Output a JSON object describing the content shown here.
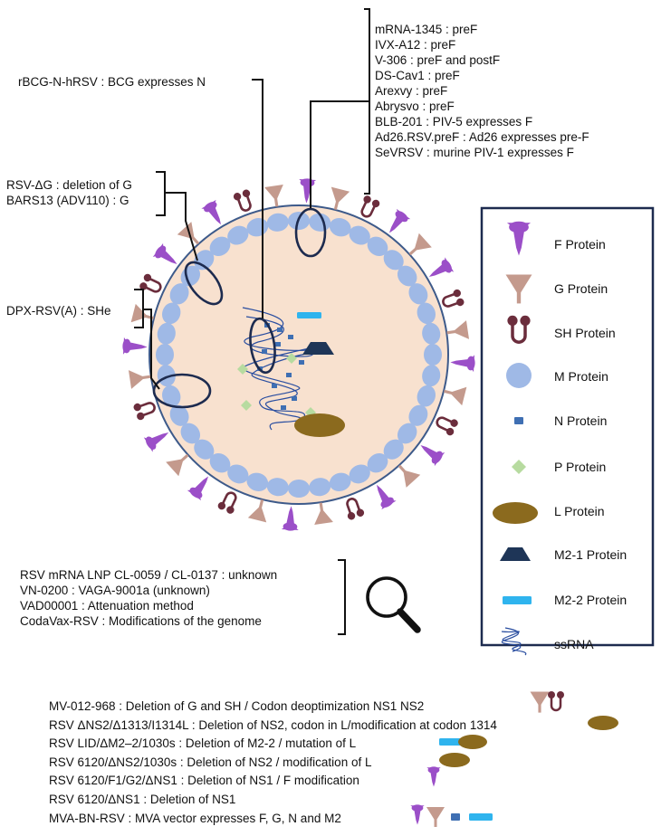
{
  "top_right_group": [
    "mRNA-1345  : preF",
    "IVX-A12  : preF",
    "V-306 : preF and postF",
    "DS-Cav1 : preF",
    "Arexvy  : preF",
    "Abrysvo  : preF",
    "BLB-201 :  PIV-5 expresses F",
    "Ad26.RSV.preF : Ad26 expresses pre-F",
    "SeVRSV  : murine PIV-1 expresses F"
  ],
  "rbcg_label": "rBCG-N-hRSV : BCG expresses N",
  "g_group": [
    "RSV-ΔG : deletion of G",
    "BARS13 (ADV110) : G"
  ],
  "dpx_label": "DPX-RSV(A) : SHe",
  "unknown_group": [
    "RSV mRNA LNP CL-0059 / CL-0137 : unknown",
    "VN-0200  : VAGA-9001a  (unknown)",
    "VAD00001 : Attenuation method",
    "CodaVax-RSV  : Modifications of the genome"
  ],
  "attenuated_list": [
    "MV-012-968 : Deletion of G and SH / Codon deoptimization NS1 NS2",
    "RSV ΔNS2/Δ1313/I1314L  : Deletion of NS2, codon in L/modification at codon 1314",
    "RSV LID/ΔM2–2/1030s  :  Deletion of M2-2 / mutation of L",
    "RSV 6120/ΔNS2/1030s  :  Deletion of NS2 / modification of L",
    "RSV 6120/F1/G2/ΔNS1  :  Deletion of NS1 / F modification",
    "RSV 6120/ΔNS1 : Deletion of NS1",
    "MVA-BN-RSV  : MVA vector  expresses  F, G, N and M2"
  ],
  "legend": [
    {
      "label": "F Protein",
      "icon": "f-protein-icon"
    },
    {
      "label": "G Protein",
      "icon": "g-protein-icon"
    },
    {
      "label": "SH Protein",
      "icon": "sh-protein-icon"
    },
    {
      "label": "M Protein",
      "icon": "m-protein-icon"
    },
    {
      "label": "N Protein",
      "icon": "n-protein-icon"
    },
    {
      "label": "P Protein",
      "icon": "p-protein-icon"
    },
    {
      "label": "L Protein",
      "icon": "l-protein-icon"
    },
    {
      "label": "M2-1 Protein",
      "icon": "m2-1-protein-icon"
    },
    {
      "label": "M2-2 Protein",
      "icon": "m2-2-protein-icon"
    },
    {
      "label": "ssRNA",
      "icon": "ssrna-icon"
    }
  ],
  "colors": {
    "f_protein": "#9b4fc8",
    "g_protein": "#c49a8d",
    "sh_protein": "#6b2d3c",
    "m_protein": "#9fb9e6",
    "n_protein": "#3f6fb3",
    "p_protein": "#b7dba0",
    "l_protein": "#8b6a1e",
    "m2_1_protein": "#1e3557",
    "m2_2_protein": "#2fb4ee",
    "ssrna": "#2a4ea0",
    "virion_interior": "#f8e1cf",
    "outline": "#1d2b4f"
  }
}
